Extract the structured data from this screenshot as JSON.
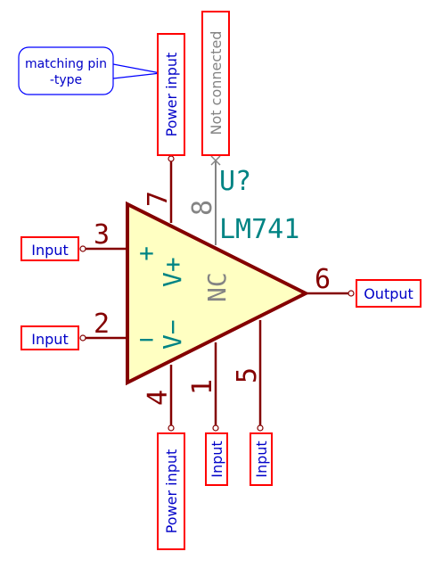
{
  "colors": {
    "wire": "#840000",
    "body_fill": "#ffffc2",
    "label_border": "#ff0000",
    "label_text": "#0000c8",
    "ref_text": "#008484",
    "nc_gray": "#848484",
    "note_border": "#0000ff"
  },
  "note": {
    "line1": "matching pin",
    "line2": "-type"
  },
  "component": {
    "ref": "U?",
    "value": "LM741",
    "pin_names": {
      "vpos": "V+",
      "vneg": "V−",
      "nc": "NC",
      "plus": "+",
      "minus": "−"
    }
  },
  "pins": {
    "p1": "1",
    "p2": "2",
    "p3": "3",
    "p4": "4",
    "p5": "5",
    "p6": "6",
    "p7": "7",
    "p8": "8"
  },
  "labels": {
    "input_pin3": "Input",
    "input_pin2": "Input",
    "output_pin6": "Output",
    "power_pin7": "Power input",
    "power_pin4": "Power input",
    "input_pin1": "Input",
    "input_pin5": "Input",
    "nc_pin8": "Not connected"
  }
}
